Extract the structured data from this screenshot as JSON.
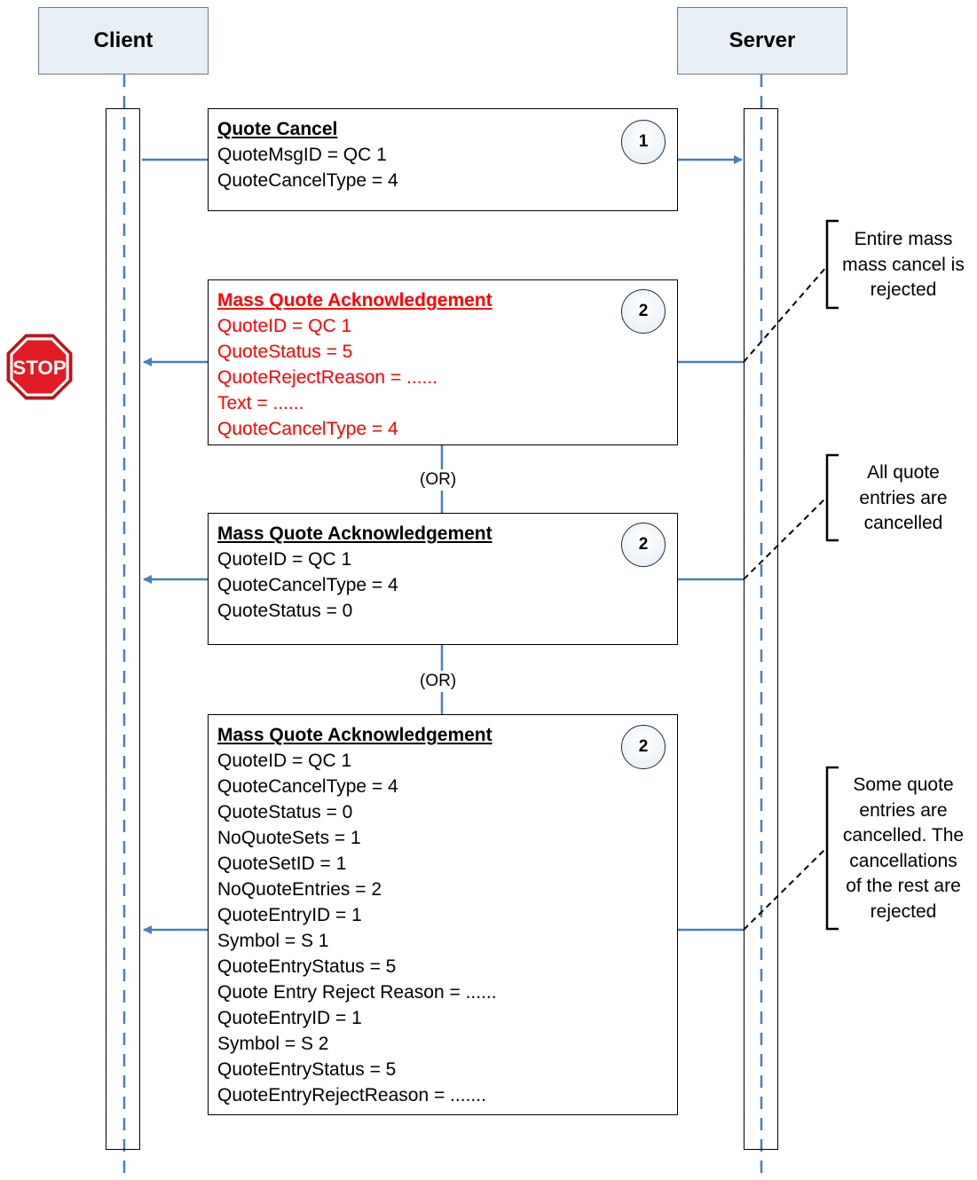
{
  "actors": {
    "client": "Client",
    "server": "Server"
  },
  "messages": [
    {
      "badge": "1",
      "title": "Quote Cancel",
      "lines": [
        "QuoteMsgID = QC 1",
        "QuoteCancelType = 4"
      ]
    },
    {
      "badge": "2",
      "title": "Mass Quote Acknowledgement",
      "lines": [
        "QuoteID = QC 1",
        "QuoteStatus = 5",
        "QuoteRejectReason =  ......",
        "Text =  ......",
        "QuoteCancelType = 4"
      ]
    },
    {
      "badge": "2",
      "title": "Mass Quote Acknowledgement",
      "lines": [
        "QuoteID = QC 1",
        "QuoteCancelType = 4",
        "QuoteStatus = 0"
      ]
    },
    {
      "badge": "2",
      "title": "Mass Quote Acknowledgement",
      "lines": [
        "QuoteID = QC 1",
        "QuoteCancelType = 4",
        "QuoteStatus = 0",
        "NoQuoteSets = 1",
        "QuoteSetID = 1",
        "NoQuoteEntries = 2",
        "QuoteEntryID = 1",
        "Symbol = S 1",
        "QuoteEntryStatus = 5",
        "Quote Entry Reject Reason = ......",
        "QuoteEntryID = 1",
        "Symbol = S 2",
        "QuoteEntryStatus = 5",
        "QuoteEntryRejectReason = ......."
      ]
    }
  ],
  "or_labels": [
    "(OR)",
    "(OR)"
  ],
  "notes": [
    [
      "Entire mass",
      "mass cancel is",
      "rejected"
    ],
    [
      "All quote",
      "entries are",
      "cancelled"
    ],
    [
      "Some quote",
      "entries are",
      "cancelled. The",
      "cancellations",
      "of the rest are",
      "rejected"
    ]
  ],
  "stop_sign": "STOP",
  "colors": {
    "lifeline": "#4a7ebb",
    "reject_text": "#ff0000",
    "actor_fill": "#e8eef5",
    "stop_red": "#e31b23"
  }
}
